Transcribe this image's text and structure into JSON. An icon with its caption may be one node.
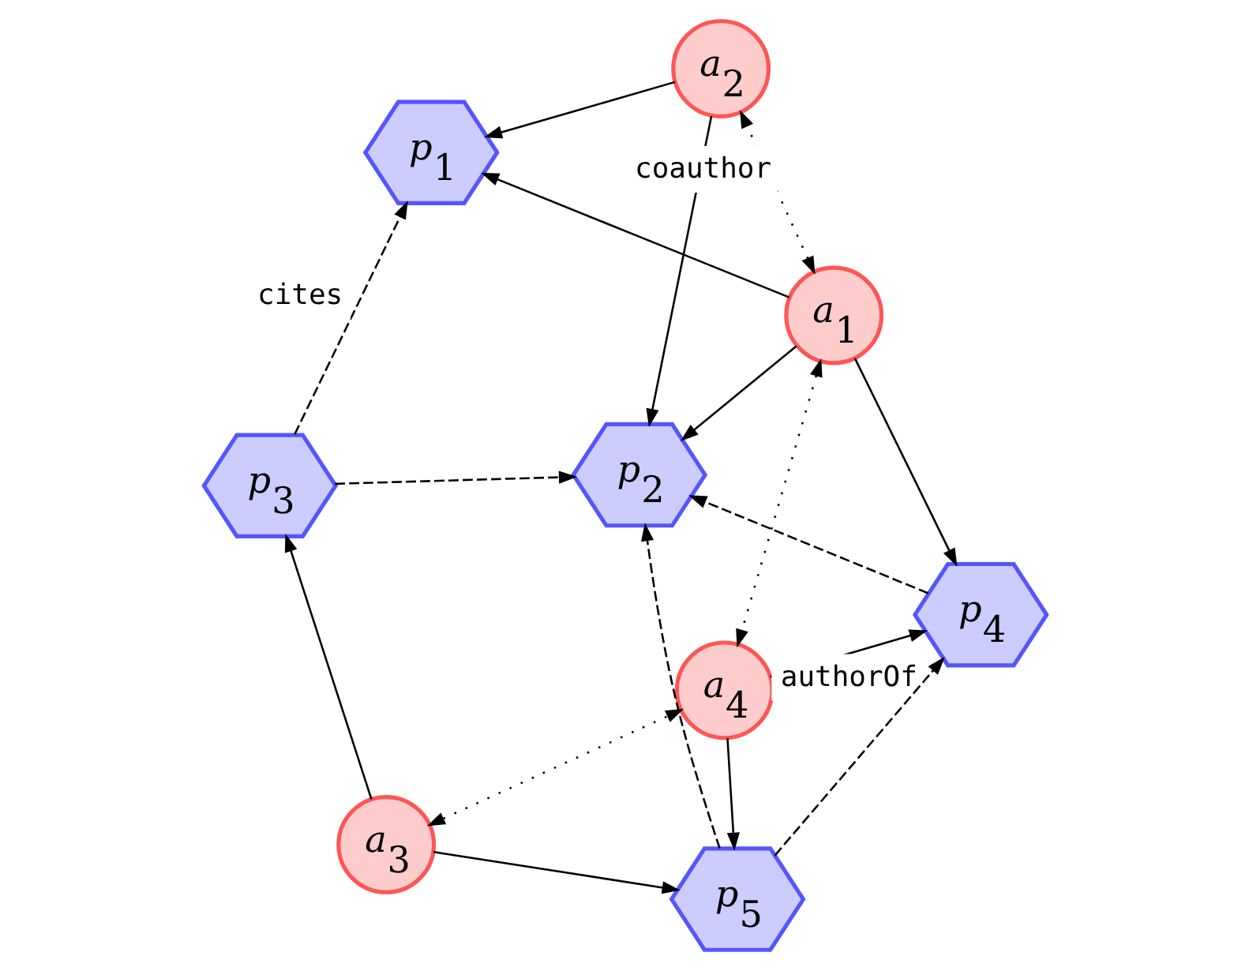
{
  "diagram": {
    "nodes": [
      {
        "text": [
          "p$_{2}$"
        ]
      },
      {
        "text": [
          "a$_{2}$"
        ]
      },
      {
        "text": [
          "p$_{4}$"
        ]
      },
      {
        "text": [
          "p$_{1}$"
        ]
      },
      {
        "text": [
          "a$_{4}$"
        ]
      },
      {
        "text": [
          "a$_{1}$"
        ]
      },
      {
        "text": [
          "a$_{3}$"
        ]
      },
      {
        "text": [
          "p$_{5}$"
        ]
      },
      {
        "text": [
          "p$_{3}$"
        ]
      }
    ],
    "edges": [
      {
        "from": 1,
        "to": 0,
        "arrow": "to"
      },
      {
        "from": 1,
        "to": 3,
        "arrow": "to"
      },
      {
        "from": 5,
        "to": 1,
        "arrow": "both",
        "style": "dashed",
        "label": "coauthor"
      },
      {
        "from": 5,
        "to": 3,
        "arrow": "to"
      },
      {
        "from": 5,
        "to": 0,
        "arrow": "to"
      },
      {
        "from": 5,
        "to": 2,
        "arrow": "to"
      },
      {
        "from": 5,
        "to": 4,
        "arrow": "both",
        "style": "dashed"
      },
      {
        "from": 4,
        "to": 2,
        "arrow": "to",
        "label": "authorOf"
      },
      {
        "from": 4,
        "to": 7,
        "arrow": "to"
      },
      {
        "from": 6,
        "to": 4,
        "arrow": "both",
        "style": "dashed"
      },
      {
        "from": 6,
        "to": 7,
        "arrow": "to"
      },
      {
        "from": 6,
        "to": 8,
        "arrow": "to"
      },
      {
        "from": 2,
        "to": 0,
        "arrow": "to",
        "style": "dashed"
      },
      {
        "from": 7,
        "to": 0,
        "arrow": "to",
        "style": "dashed"
      },
      {
        "from": 7,
        "to": 2,
        "arrow": "to",
        "style": "dashed"
      },
      {
        "from": 8,
        "to": 0,
        "arrow": "to",
        "style": "dashed"
      },
      {
        "from": 8,
        "to": 3,
        "arrow": "to",
        "style": "dashed",
        "label": "cites"
      }
    ]
  }
}
